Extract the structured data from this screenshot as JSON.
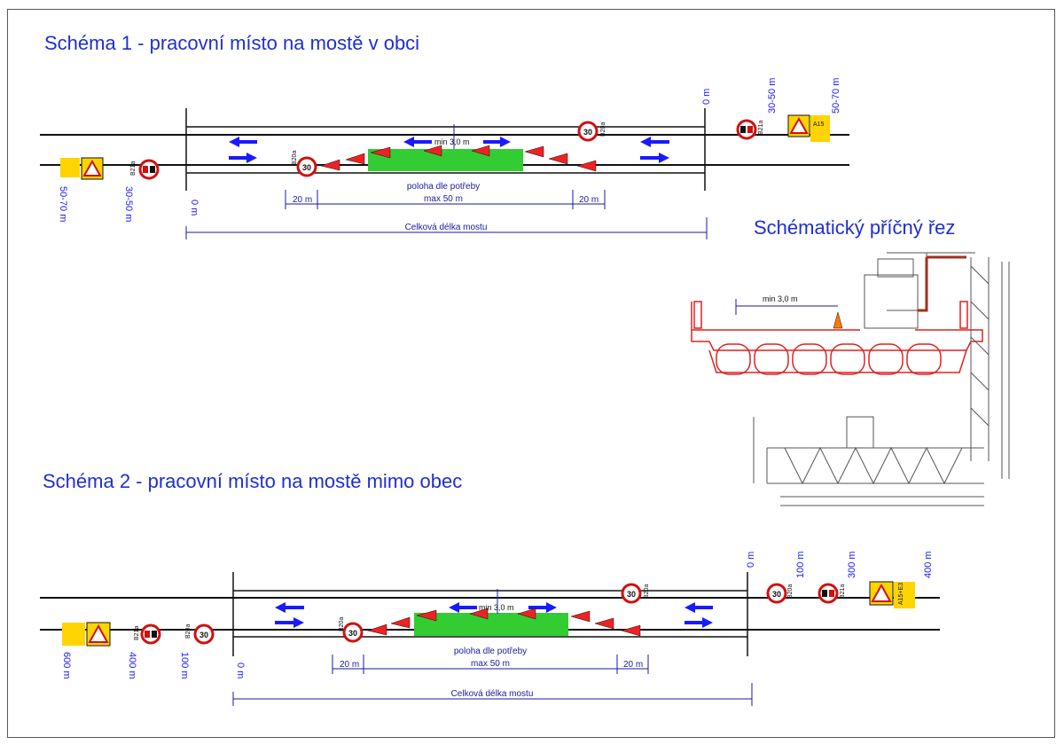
{
  "titles": {
    "scheme1": "Schéma 1 - pracovní místo na mostě v obci",
    "scheme2": "Schéma 2 - pracovní místo na mostě mimo obec",
    "section": "Schématický příčný řez"
  },
  "scheme1": {
    "zero_top": "0 m",
    "zero_bottom": "0 m",
    "dist_a_top": "30-50 m",
    "dist_b_top": "50-70 m",
    "dist_a_bottom": "30-50 m",
    "dist_b_bottom": "50-70 m",
    "min_width": "min 3,0 m",
    "position_label": "poloha dle potřeby",
    "max_label": "max 50 m",
    "taper_left": "20 m",
    "taper_right": "20 m",
    "bridge_length": "Celková délka mostu",
    "speed": "30",
    "sign_b20a": "B20a",
    "sign_b21a": "B21a",
    "sign_a15": "A15"
  },
  "scheme2": {
    "zero_top": "0 m",
    "zero_bottom": "0 m",
    "d100_top": "100 m",
    "d300_top": "300 m",
    "d400_top": "400 m",
    "d600_bottom": "600 m",
    "d400_bottom": "400 m",
    "d100_bottom": "100 m",
    "min_width": "min 3,0 m",
    "position_label": "poloha dle potřeby",
    "max_label": "max 50 m",
    "taper_left": "20 m",
    "taper_right": "20 m",
    "bridge_length": "Celková délka mostu",
    "speed": "30",
    "sign_b20a": "B20a",
    "sign_b21a": "B21a",
    "sign_a15": "A15+E3"
  },
  "section": {
    "min_width": "min 3,0 m"
  },
  "colors": {
    "title": "#1f2fd0",
    "work_zone": "#33cc33",
    "arrow": "#1a1aff",
    "bridge_section": "#e02020",
    "sign_red": "#d01010",
    "sign_yellow": "#ffd400"
  }
}
